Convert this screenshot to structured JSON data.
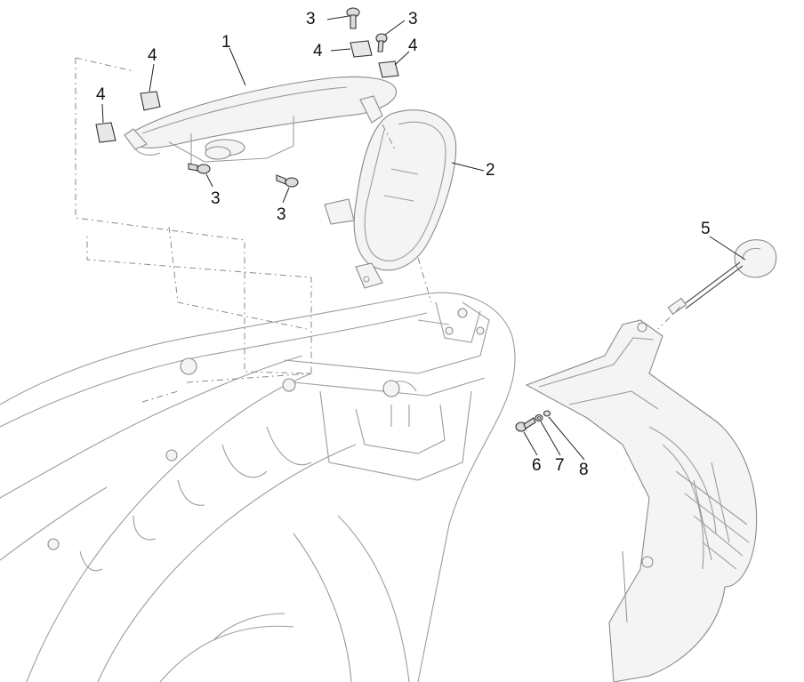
{
  "callouts": {
    "c1": "1",
    "c2": "2",
    "c3a": "3",
    "c3b": "3",
    "c3c": "3",
    "c3d": "3",
    "c4a": "4",
    "c4b": "4",
    "c4c": "4",
    "c4d": "4",
    "c5": "5",
    "c6": "6",
    "c7": "7",
    "c8": "8"
  }
}
